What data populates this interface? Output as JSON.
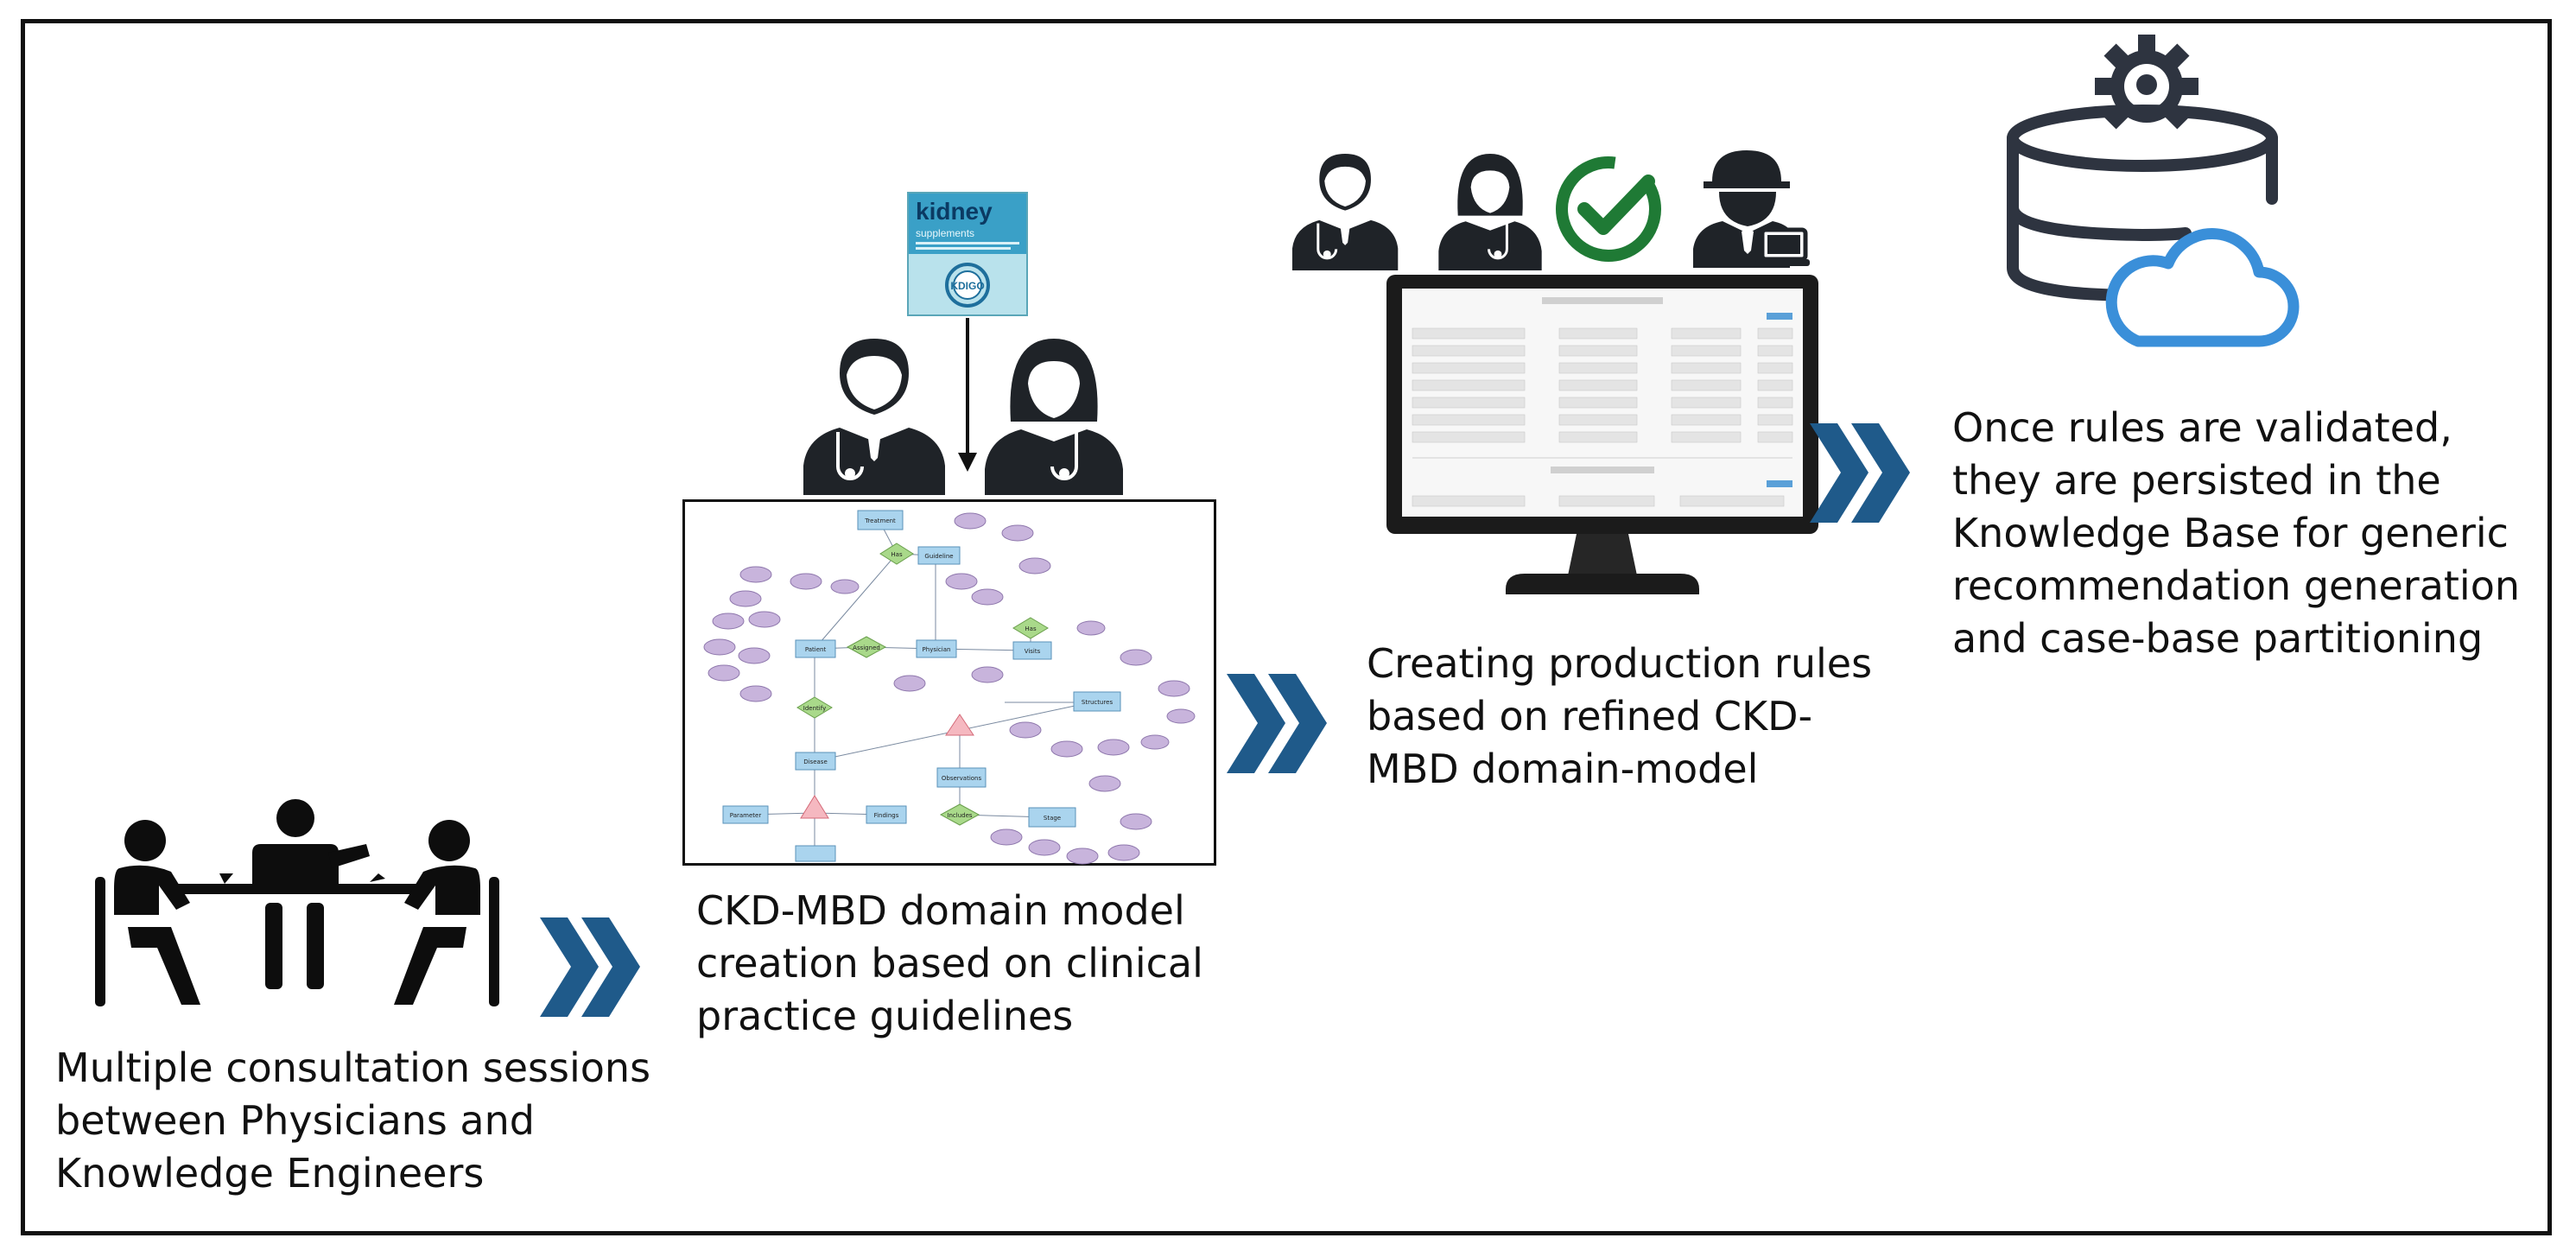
{
  "colors": {
    "chevron": "#1f5a8a",
    "check": "#1f7a35",
    "gear": "#2e3440",
    "cloud": "#3a8fd9",
    "er_entity": "#aad4ee",
    "er_relation": "#a9d98a",
    "er_attribute": "#c8b4dc",
    "er_isa": "#f5b8c0"
  },
  "icons": {
    "step1": "consultation-meeting-icon",
    "step2": [
      "kdigo-guideline-cover-icon",
      "male-physician-icon",
      "female-physician-icon",
      "er-diagram-icon"
    ],
    "step3": [
      "male-physician-icon",
      "female-physician-icon",
      "validation-check-icon",
      "knowledge-engineer-icon",
      "rule-editor-monitor-icon"
    ],
    "step4": "knowledge-base-cloud-gear-icon",
    "arrows": "double-chevron-icon"
  },
  "kdigo": {
    "title": "kidney",
    "subtitle": "supplements",
    "logo": "KDIGO"
  },
  "captions": {
    "step1": [
      "Multiple consultation sessions",
      "between Physicians and",
      "Knowledge Engineers"
    ],
    "step2": [
      "CKD-MBD domain model",
      "creation based on clinical",
      "practice guidelines"
    ],
    "step3": [
      "Creating production rules",
      "based on refined CKD-",
      "MBD domain-model"
    ],
    "step4": [
      "Once rules are validated,",
      "they are persisted in the",
      "Knowledge Base for generic",
      "recommendation generation",
      "and case-base partitioning"
    ]
  },
  "er_diagram": {
    "entities": [
      "Treatment",
      "Guideline",
      "Patient",
      "Physician",
      "Visits",
      "Structures",
      "Disease",
      "Observations",
      "Parameter",
      "Findings",
      "Stage"
    ],
    "relations": [
      "Has",
      "Assigned",
      "Has",
      "Identify",
      "Includes"
    ]
  }
}
